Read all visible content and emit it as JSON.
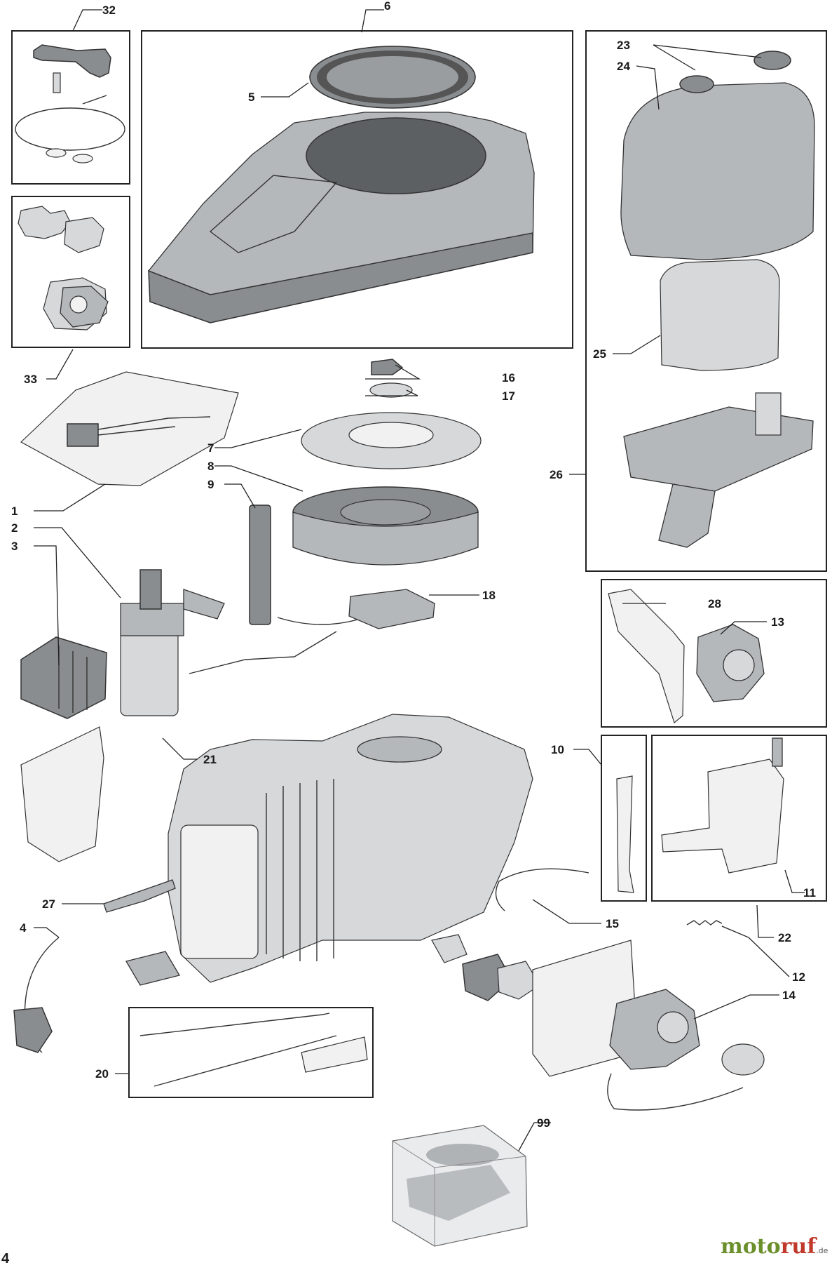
{
  "callouts": {
    "c1": "1",
    "c2": "2",
    "c3": "3",
    "c4": "4",
    "c5": "5",
    "c6": "6",
    "c7": "7",
    "c8": "8",
    "c9": "9",
    "c10": "10",
    "c11": "11",
    "c12": "12",
    "c13": "13",
    "c14": "14",
    "c15": "15",
    "c16": "16",
    "c17": "17",
    "c18": "18",
    "c20": "20",
    "c21": "21",
    "c22": "22",
    "c23": "23",
    "c24": "24",
    "c25": "25",
    "c26": "26",
    "c27": "27",
    "c28": "28",
    "c32": "32",
    "c33": "33",
    "c99": "99"
  },
  "watermark": {
    "part_a": "moto",
    "part_b": "ruf",
    "suffix": ".de"
  },
  "page_number": "4"
}
